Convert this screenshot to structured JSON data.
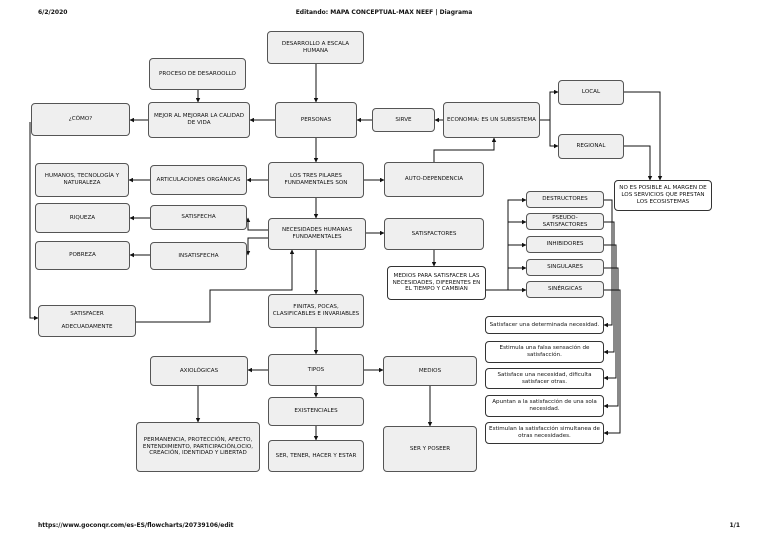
{
  "header": {
    "date": "6/2/2020",
    "title": "Editando: MAPA CONCEPTUAL-MAX NEEF | Diagrama"
  },
  "footer": {
    "url": "https://www.goconqr.com/es-ES/flowcharts/20739106/edit",
    "page": "1/1"
  },
  "nodes": {
    "desarrollo": "DESARROLLO A ESCALA HUMANA",
    "proceso": "PROCESO DE DESAROOLLO",
    "mejor": "MEJOR AL MEJORAR LA CALIDAD DE VIDA",
    "como": "¿CÓMO?",
    "personas": "PERSONAS",
    "sirve": "SIRVE",
    "economia": "ECONOMIA: ES UN SUBSISTEMA",
    "local": "LOCAL",
    "regional": "REGIONAL",
    "no_es_posible": "NO ES POSIBLE AL MARGEN DE LOS SERVICIOS QUE PRESTAN LOS ECOSISTEMAS",
    "humanos": "HUMANOS, TECNOLOGÍA Y NATURALEZA",
    "articulaciones": "ARTICULACIONES ORGÁNICAS",
    "pilares": "LOS TRES PILARES FUNDAMENTALES SON",
    "autodependencia": "AUTO-DEPENDENCIA",
    "riqueza": "RIQUEZA",
    "satisfecha": "SATISFECHA",
    "necesidades": "NECESIDADES HUMANAS FUNDAMENTALES",
    "satisfactores": "SATISFACTORES",
    "pobreza": "POBREZA",
    "insatisfecha": "INSATISFECHA",
    "medios_satisfacer": "MEDIOS PARA SATISFACER LAS NECESIDADES, DIFERENTES EN EL TIEMPO Y CAMBIAN",
    "destructores": "DESTRUCTORES",
    "pseudo": "PSEUDO-SATISFACTORES",
    "inhibidores": "INHIBIDORES",
    "singulares": "SINGULARES",
    "sinergicas": "SINÉRGICAS",
    "satisfacer_line1": "SATISFACER",
    "satisfacer_line2": "ADECUADAMENTE",
    "finitas": "FINITAS, POCAS, CLASIFICABLES E INVARIABLES",
    "desc_destructores": "Satisfacer una determinada necesidad.",
    "desc_pseudo": "Estimula una falsa sensación de satisfacción.",
    "desc_inhibidores": "Satisface una necesidad, dificulta satisfacer otras.",
    "desc_singulares": "Apuntan a la satisfacción de una sola necesidad.",
    "desc_sinergicas": "Estimulan la satisfacción simultanea de otras necesidades.",
    "axiologicas": "AXIOLÓGICAS",
    "tipos": "TIPOS",
    "medios": "MEDIOS",
    "existenciales": "EXISTENCIALES",
    "permanencia": "PERMANENCIA, PROTECCIÓN, AFECTO, ENTENDIMIENTO, PARTICIPACIÓN,OCIO, CREACIÓN, IDENTIDAD Y LIBERTAD",
    "ser_tener": "SER, TENER, HACER Y ESTAR",
    "ser_poseer": "SER Y POSEER"
  }
}
